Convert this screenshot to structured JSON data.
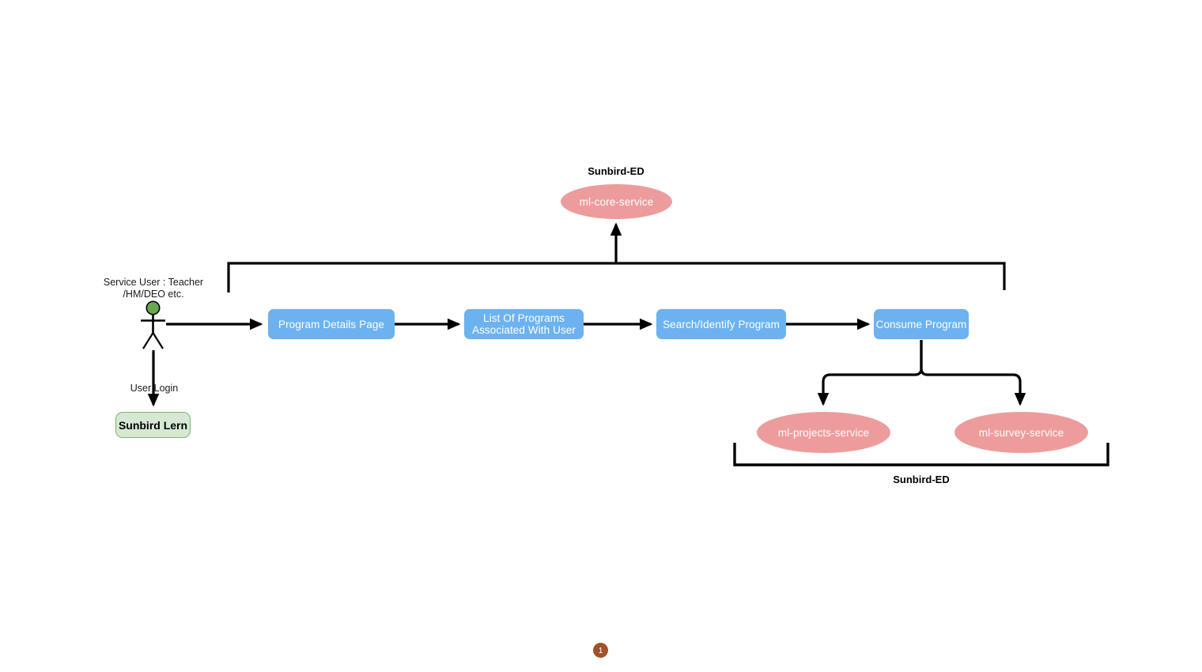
{
  "diagram": {
    "title_top": "Sunbird-ED",
    "title_bottom": "Sunbird-ED",
    "actor": {
      "label": "Service User : Teacher\n/HM/DEO etc.",
      "icon": "actor-stick-figure",
      "head_color": "#6aa84f"
    },
    "edges": {
      "user_login_label": "User Login"
    },
    "nodes": {
      "lern": {
        "label": "Sunbird Lern",
        "fill": "#d6e8d4",
        "stroke": "#83b366"
      },
      "program_details": {
        "label": "Program Details Page",
        "fill": "#6cb2f0"
      },
      "list_programs": {
        "label": "List Of Programs\nAssociated With User",
        "fill": "#6cb2f0"
      },
      "search_program": {
        "label": "Search/Identify Program",
        "fill": "#6cb2f0"
      },
      "consume_program": {
        "label": "Consume Program",
        "fill": "#6cb2f0"
      },
      "ml_core": {
        "label": "ml-core-service",
        "fill": "#ed9c9c"
      },
      "ml_projects": {
        "label": "ml-projects-service",
        "fill": "#ed9c9c"
      },
      "ml_survey": {
        "label": "ml-survey-service",
        "fill": "#ed9c9c"
      }
    },
    "page_badge": {
      "number": "1",
      "color": "#a0522d"
    }
  }
}
